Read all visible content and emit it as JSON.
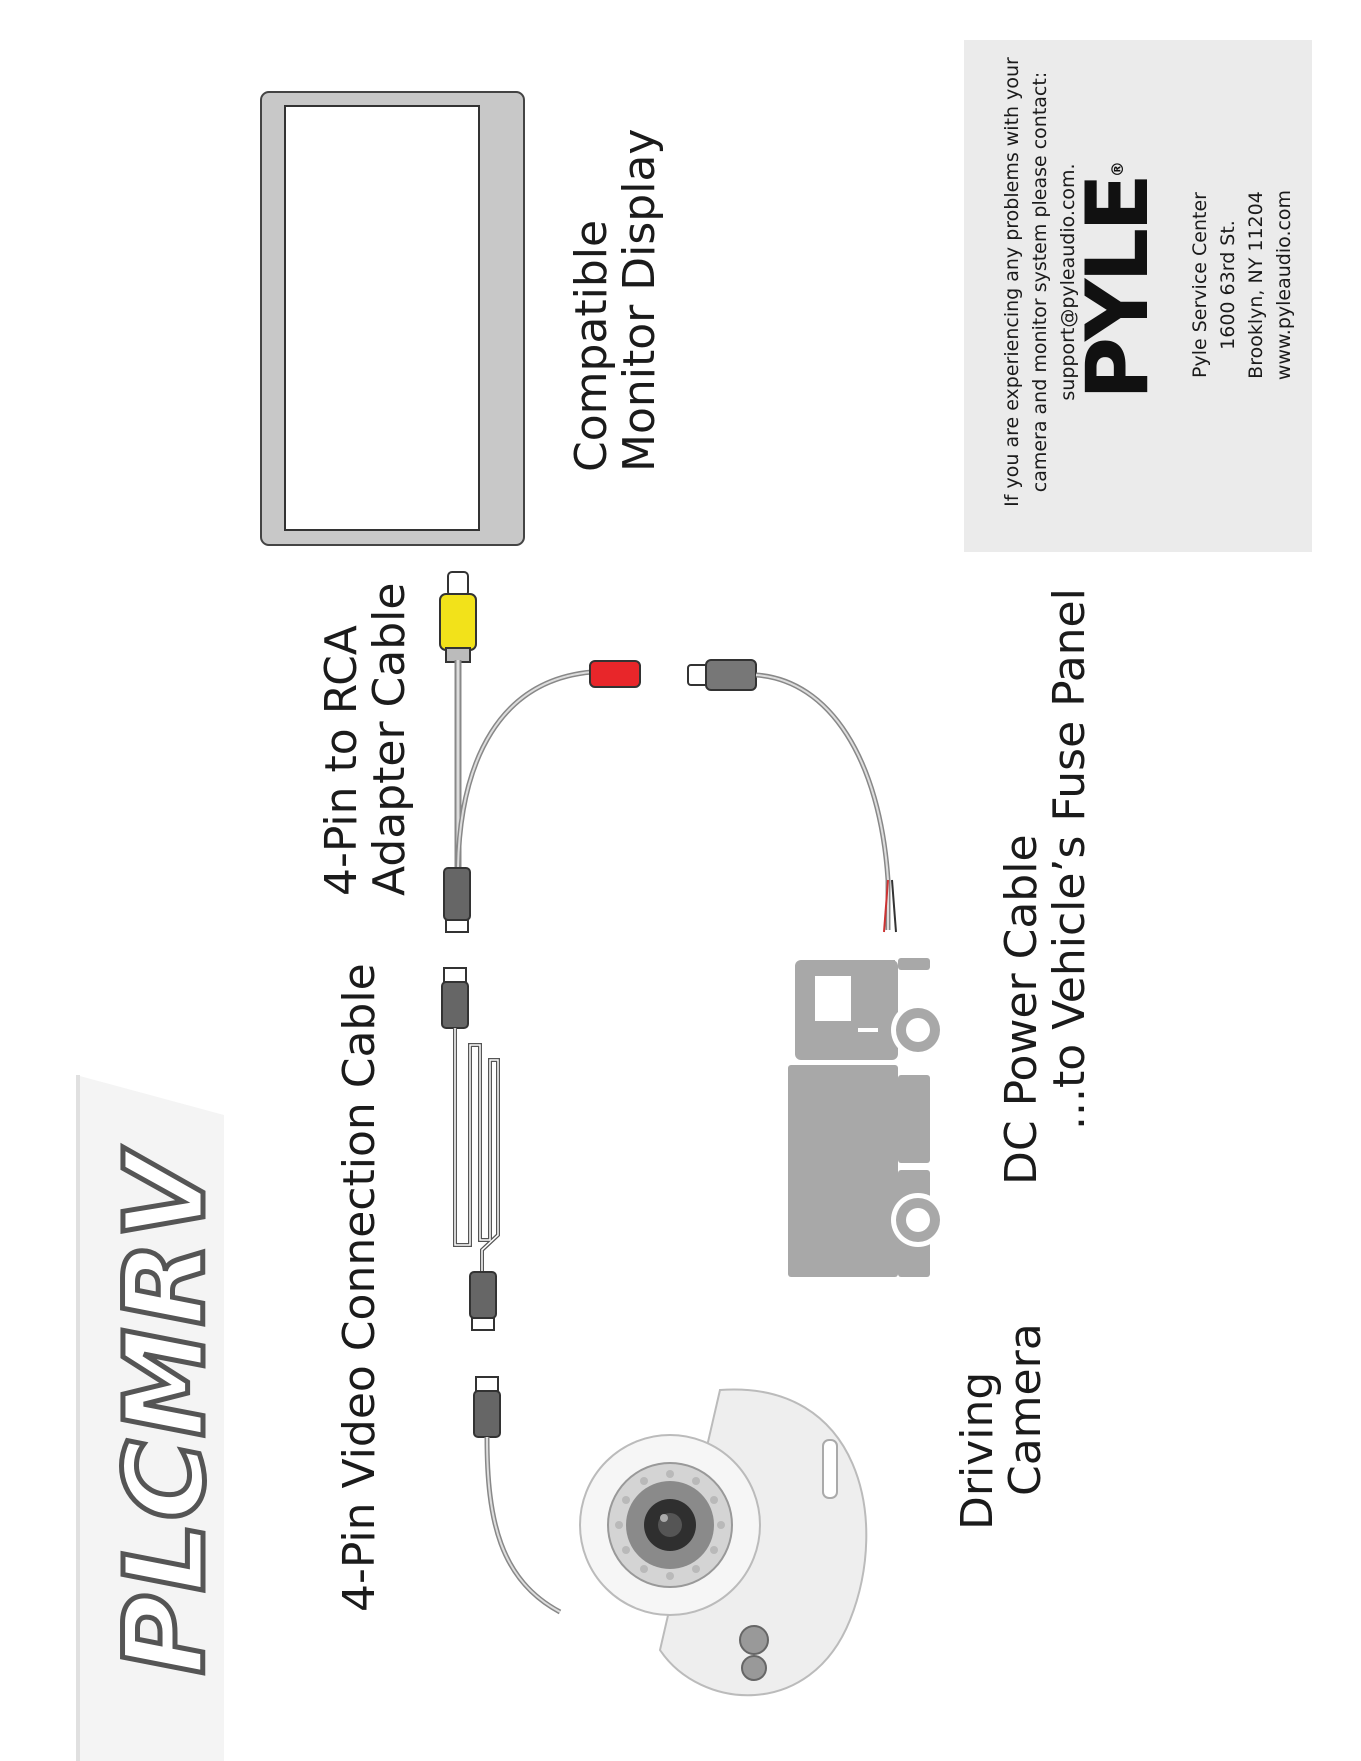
{
  "brand": {
    "model": "PLCMRV"
  },
  "labels": {
    "camera_line1": "Driving",
    "camera_line2": "Camera",
    "video_cable": "4-Pin Video Connection Cable",
    "adapter_line1": "4-Pin to RCA",
    "adapter_line2": "Adapter Cable",
    "power_line1": "DC Power Cable",
    "power_line2": "...to Vehicle’s Fuse Panel",
    "monitor_line1": "Compatible",
    "monitor_line2": "Monitor Display"
  },
  "support": {
    "line1": "If you are experiencing any problems with your",
    "line2": "camera and monitor system please contact:",
    "email": "support@pyleaudio.com.",
    "logo_text": "PYLE",
    "logo_mark": "®",
    "center_name": "Pyle Service Center",
    "street": "1600 63rd St.",
    "city": "Brooklyn, NY 11204",
    "website": "www.pyleaudio.com"
  },
  "colors": {
    "rca_video": "#f2e21a",
    "rca_audio": "#e8262a",
    "dc_plug": "#777777",
    "truck": "#a8a8a8",
    "monitor_frame": "#c8c8c8",
    "info_box": "#ebebeb"
  },
  "icons": [
    "camera-icon",
    "truck-icon",
    "monitor-icon",
    "cable-icon"
  ]
}
